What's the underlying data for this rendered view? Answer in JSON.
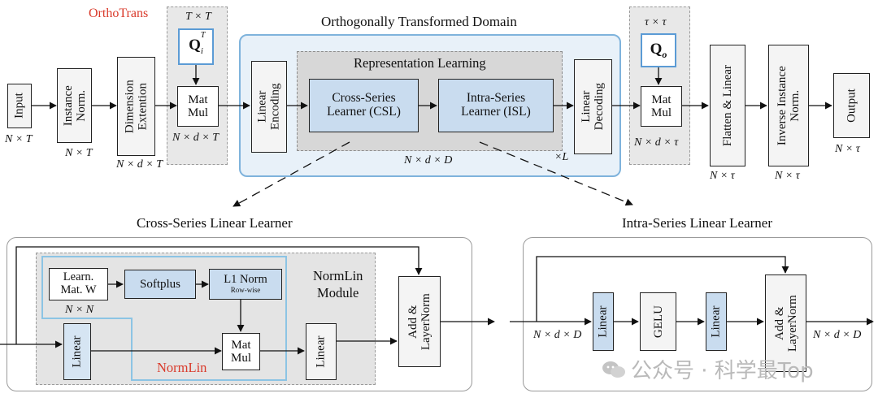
{
  "labels": {
    "orthotrans": "OrthoTrans",
    "domain_title": "Orthogonally Transformed Domain",
    "rep_title": "Representation Learning",
    "times_l": "×L",
    "cross_title": "Cross-Series Linear Learner",
    "intra_title": "Intra-Series Linear Learner",
    "normlin_module_1": "NormLin",
    "normlin_module_2": "Module",
    "normlin_red": "NormLin"
  },
  "blocks": {
    "input": "Input",
    "instance_norm_1": "Instance",
    "instance_norm_2": "Norm.",
    "dimension_1": "Dimension",
    "dimension_2": "Extention",
    "matmul1_1": "Mat",
    "matmul1_2": "Mul",
    "lin_enc_1": "Linear",
    "lin_enc_2": "Encoding",
    "csl_1": "Cross-Series",
    "csl_2": "Learner (CSL)",
    "isl_1": "Intra-Series",
    "isl_2": "Learner (ISL)",
    "lin_dec_1": "Linear",
    "lin_dec_2": "Decoding",
    "matmul2_1": "Mat",
    "matmul2_2": "Mul",
    "flatten": "Flatten & Linear",
    "inv_norm_1": "Inverse Instance",
    "inv_norm_2": "Norm.",
    "output": "Output",
    "q_i": "Q",
    "q_i_sub": "i",
    "q_i_sup": "T",
    "q_o": "Q",
    "q_o_sub": "o",
    "learn_1": "Learn.",
    "learn_2": "Mat. W",
    "softplus": "Softplus",
    "l1_1": "L1 Norm",
    "l1_2": "Row-wise",
    "linear_left": "Linear",
    "matmul3_1": "Mat",
    "matmul3_2": "Mul",
    "linear_mid": "Linear",
    "addnorm1_1": "Add &",
    "addnorm1_2": "LayerNorm",
    "linear_isl1": "Linear",
    "gelu": "GELU",
    "linear_isl2": "Linear",
    "addnorm2_1": "Add &",
    "addnorm2_2": "LayerNorm"
  },
  "dims": {
    "input": "N × T",
    "inst": "N × T",
    "dimext": "N × d × T",
    "t_t": "T × T",
    "matmul1": "N × d × T",
    "domain": "N × d × D",
    "tau_tau": "τ × τ",
    "matmul2": "N × d × τ",
    "flatten": "N × τ",
    "inv": "N × τ",
    "output": "N × τ",
    "nn": "N × N",
    "isl_in": "N × d × D",
    "isl_out": "N × d × D"
  },
  "watermark": "公众号 · 科学最Top"
}
